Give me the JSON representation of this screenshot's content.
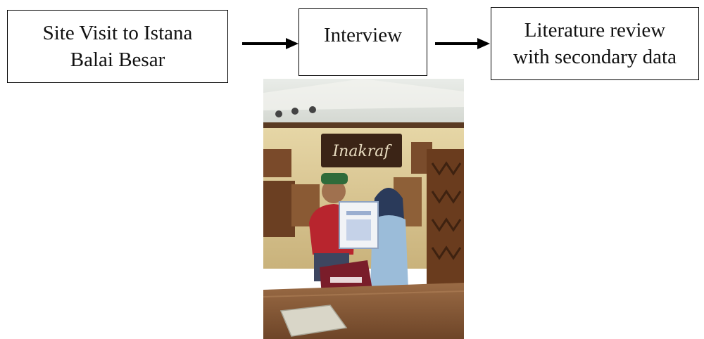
{
  "flow": {
    "steps": [
      {
        "label": "Site Visit to Istana\nBalai Besar"
      },
      {
        "label": "Interview"
      },
      {
        "label": "Literature review\nwith secondary data"
      }
    ]
  },
  "photo": {
    "sign_text": "Inakraf"
  },
  "colors": {
    "box_border": "#000000",
    "arrow": "#000000"
  }
}
